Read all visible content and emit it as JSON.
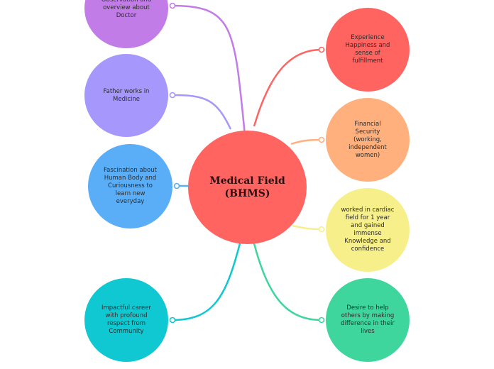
{
  "center": {
    "label": "Medical Field (BHMS)",
    "color": "#ff6461"
  },
  "left_nodes": [
    {
      "id": "doctor",
      "label": "Observation and overview about Doctor",
      "color": "#c27ce8",
      "line": "#c27ce8"
    },
    {
      "id": "father",
      "label": "Father works in Medicine",
      "color": "#a597fb",
      "line": "#a597fb"
    },
    {
      "id": "fascination",
      "label": "Fascination about Human Body and Curiousness to learn new everyday",
      "color": "#5aaef8",
      "line": "#5aaef8"
    },
    {
      "id": "impact",
      "label": "Impactful career with profound respect from Community",
      "color": "#0fc8d2",
      "line": "#0fc8d2"
    }
  ],
  "right_nodes": [
    {
      "id": "happiness",
      "label": "Experience Happiness and sense of fulfillment",
      "color": "#ff6461",
      "line": "#ff6461"
    },
    {
      "id": "security",
      "label": "Financial Security (working, independent women)",
      "color": "#ffb07c",
      "line": "#ffb07c"
    },
    {
      "id": "cardiac",
      "label": "worked in cardiac field for 1 year and gained immense Knowledge and confidence",
      "color": "#f7f08a",
      "line": "#f7f08a"
    },
    {
      "id": "help",
      "label": "Desire to help others by making difference in their lives",
      "color": "#3fd69d",
      "line": "#3fd69d"
    }
  ]
}
